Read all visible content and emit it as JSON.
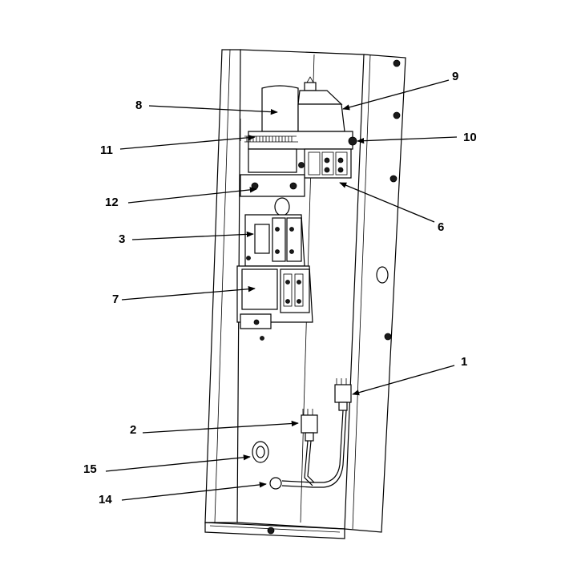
{
  "callouts": {
    "c1": "1",
    "c2": "2",
    "c3": "3",
    "c6": "6",
    "c7": "7",
    "c8": "8",
    "c9": "9",
    "c10": "10",
    "c11": "11",
    "c12": "12",
    "c14": "14",
    "c15": "15"
  }
}
